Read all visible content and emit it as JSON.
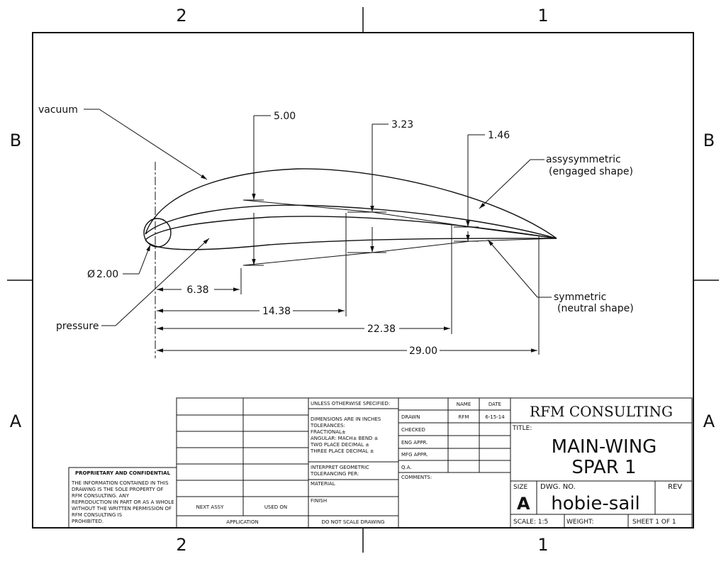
{
  "zones": {
    "top": [
      "2",
      "1"
    ],
    "bottom": [
      "2",
      "1"
    ],
    "left": [
      "B",
      "A"
    ],
    "right": [
      "B",
      "A"
    ]
  },
  "annotations": {
    "vacuum": "vacuum",
    "pressure": "pressure",
    "asym_line1": "assysymmetric",
    "asym_line2": "(engaged shape)",
    "sym_line1": "symmetric",
    "sym_line2": "(neutral shape)"
  },
  "dimensions": {
    "thickness_1": "5.00",
    "thickness_2": "3.23",
    "thickness_3": "1.46",
    "diameter": "2.00",
    "diameter_symbol": "Ø",
    "station_1": "6.38",
    "station_2": "14.38",
    "station_3": "22.38",
    "chord": "29.00"
  },
  "title_block": {
    "proprietary": {
      "heading": "PROPRIETARY AND CONFIDENTIAL",
      "lines": [
        "THE INFORMATION CONTAINED IN THIS",
        "DRAWING IS THE SOLE PROPERTY OF",
        "RFM CONSULTING. ANY",
        "REPRODUCTION IN PART OR AS A WHOLE",
        "WITHOUT THE WRITTEN PERMISSION OF",
        "RFM CONSULTING IS",
        "PROHIBITED."
      ]
    },
    "next_assy": "NEXT ASSY",
    "used_on": "USED ON",
    "application": "APPLICATION",
    "unless": "UNLESS OTHERWISE SPECIFIED:",
    "tolerance_lines": [
      "DIMENSIONS ARE IN INCHES",
      "TOLERANCES:",
      "FRACTIONAL±",
      "ANGULAR: MACH±    BEND ±",
      "TWO PLACE DECIMAL    ±",
      "THREE PLACE DECIMAL  ±"
    ],
    "interpret_lines": [
      "INTERPRET GEOMETRIC",
      "TOLERANCING PER:"
    ],
    "material": "MATERIAL",
    "finish": "FINISH",
    "do_not_scale": "DO NOT SCALE DRAWING",
    "col_name": "NAME",
    "col_date": "DATE",
    "rows": [
      "DRAWN",
      "CHECKED",
      "ENG APPR.",
      "MFG APPR.",
      "Q.A.",
      "COMMENTS:"
    ],
    "drawn_name": "RFM",
    "drawn_date": "6-15-14",
    "company": "RFM CONSULTING",
    "title_label": "TITLE:",
    "title_line1": "MAIN-WING",
    "title_line2": "SPAR 1",
    "size_label": "SIZE",
    "size_value": "A",
    "dwg_no_label": "DWG.  NO.",
    "dwg_no": "hobie-sail",
    "rev_label": "REV",
    "scale": "SCALE: 1:5",
    "weight": "WEIGHT:",
    "sheet": "SHEET 1 OF 1"
  }
}
